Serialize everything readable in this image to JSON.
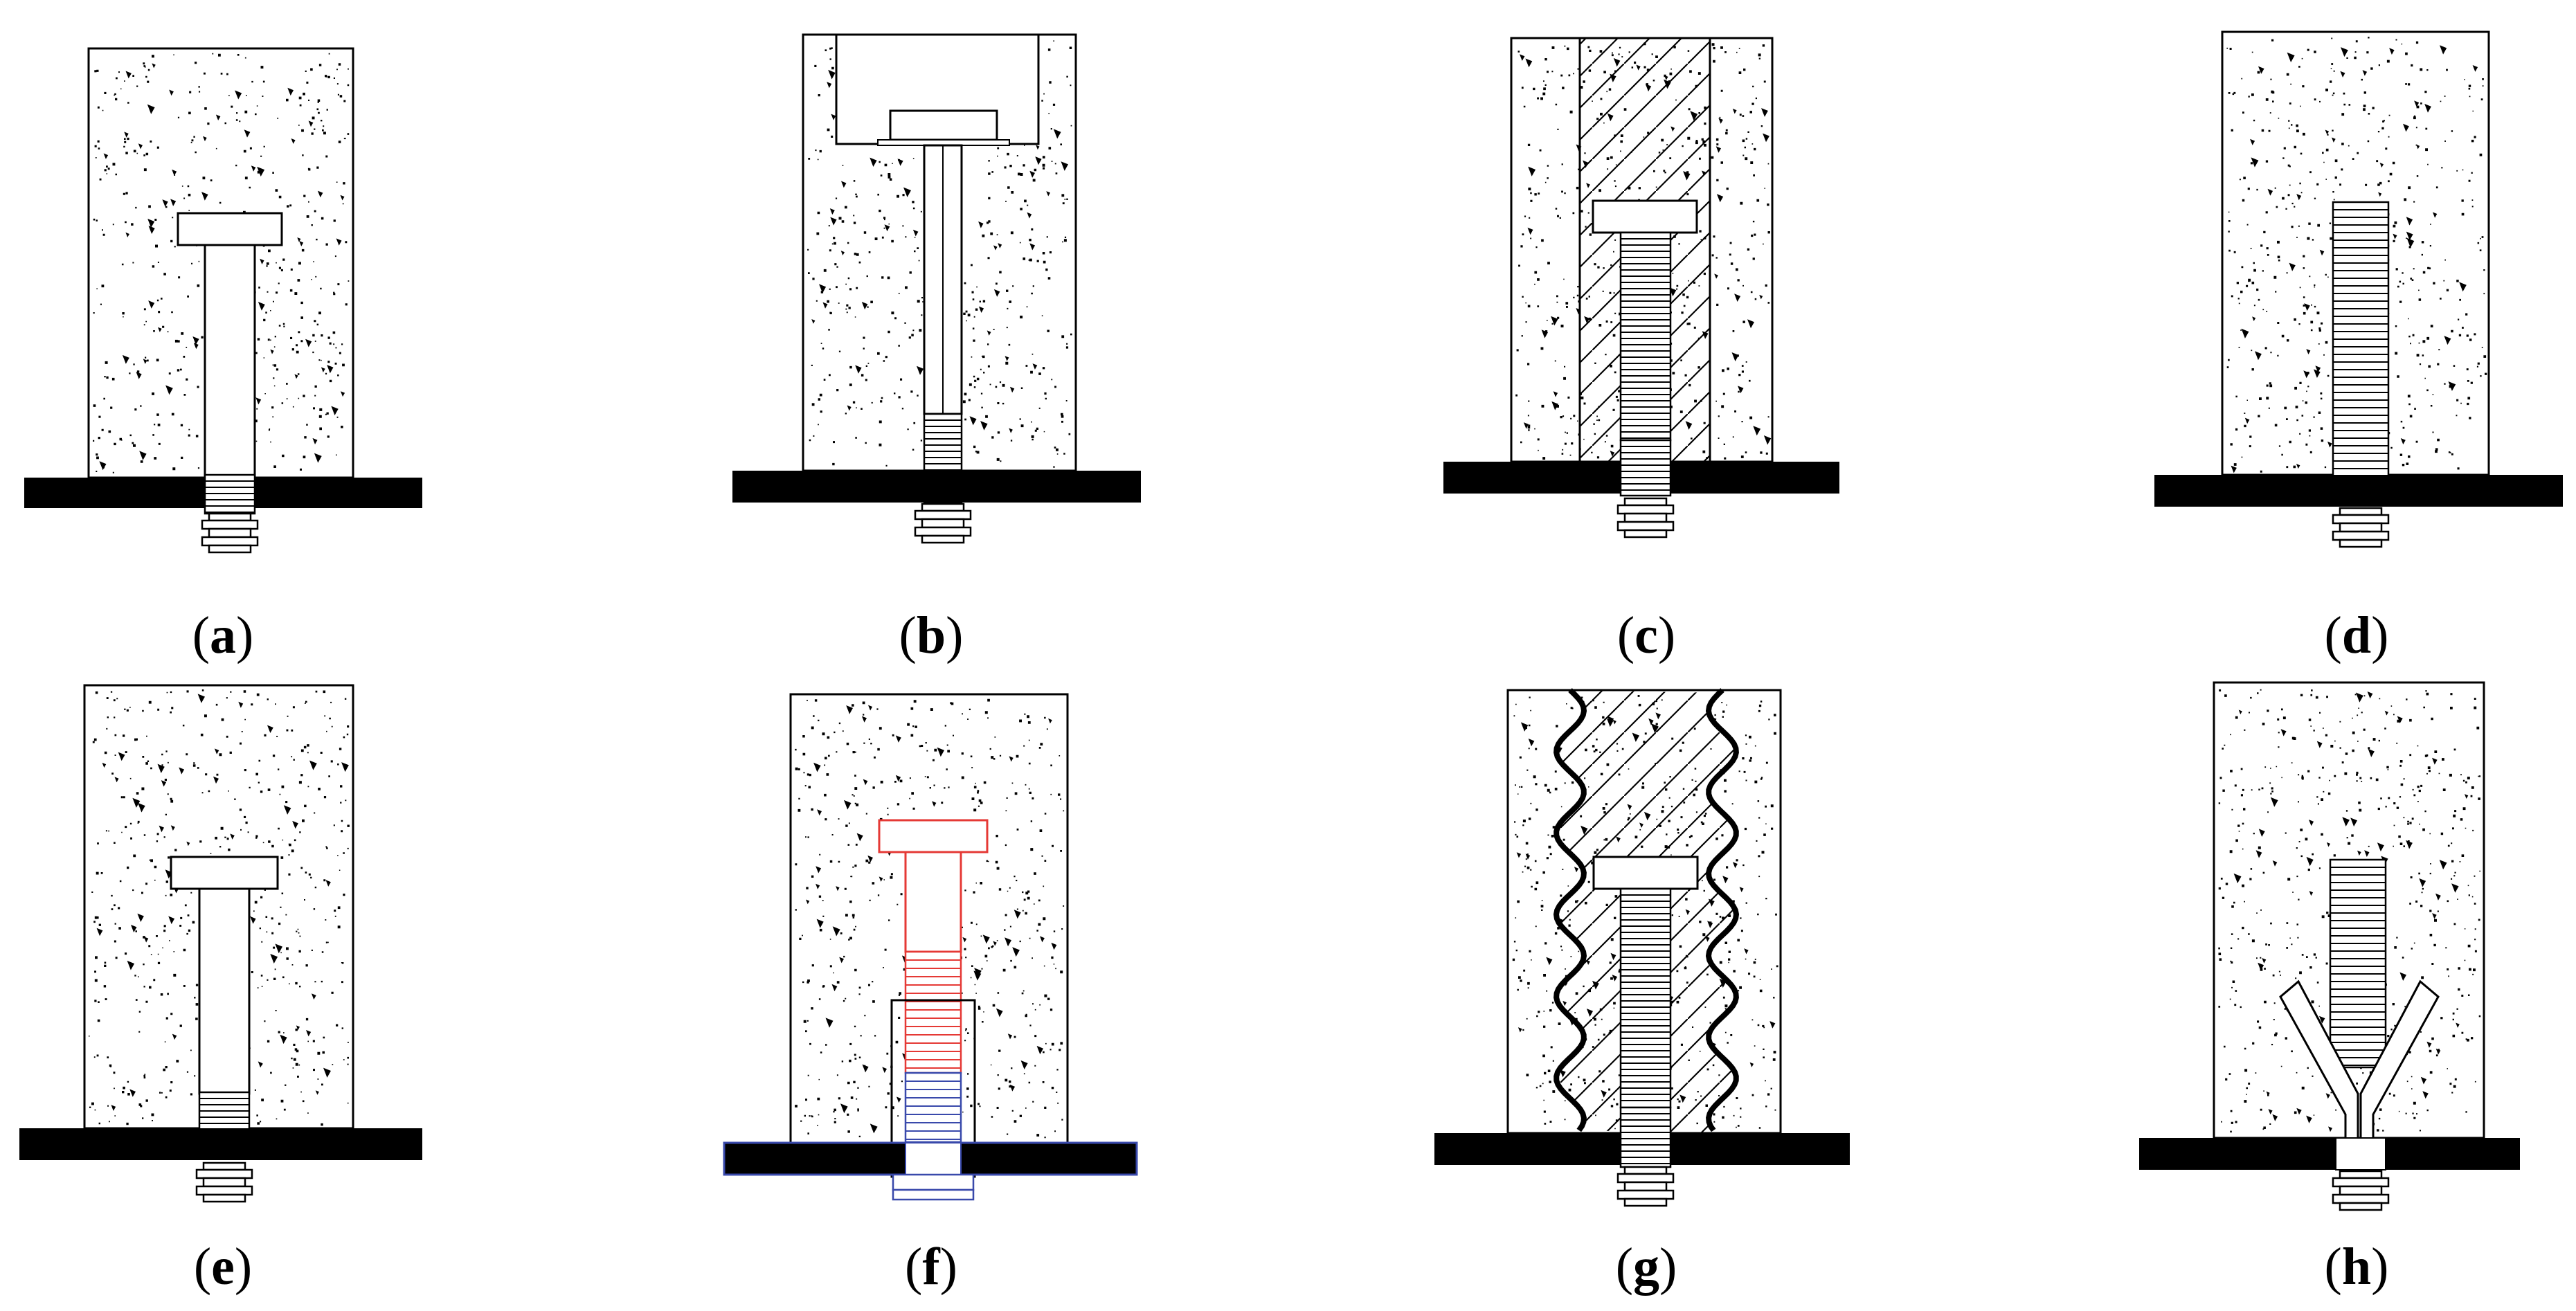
{
  "figure": {
    "panels": [
      {
        "id": "a",
        "label": "a"
      },
      {
        "id": "b",
        "label": "b"
      },
      {
        "id": "c",
        "label": "c"
      },
      {
        "id": "d",
        "label": "d"
      },
      {
        "id": "e",
        "label": "e"
      },
      {
        "id": "f",
        "label": "f"
      },
      {
        "id": "g",
        "label": "g"
      },
      {
        "id": "h",
        "label": "h"
      }
    ],
    "colors": {
      "ink": "#000000",
      "concrete_fill": "#ffffff",
      "plate": "#000000",
      "highlight_upper": "#e53935",
      "highlight_lower": "#3949ab"
    }
  }
}
